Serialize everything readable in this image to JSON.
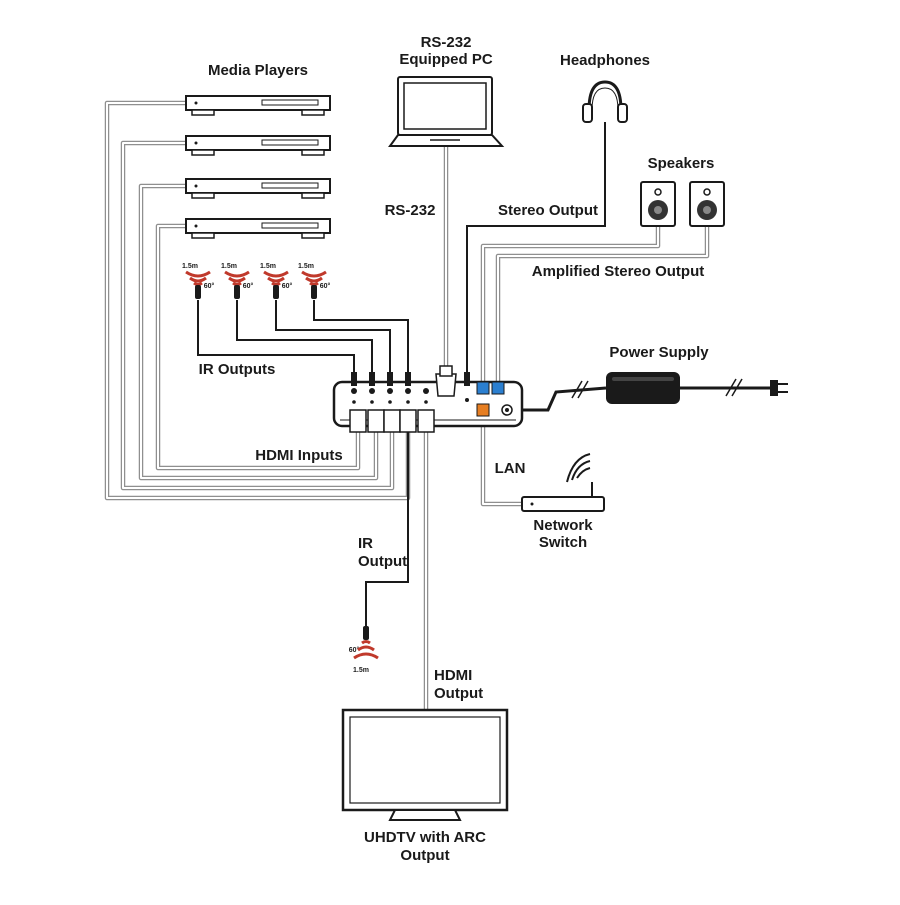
{
  "labels": {
    "media_players": "Media Players",
    "rs232_pc_line1": "RS-232",
    "rs232_pc_line2": "Equipped PC",
    "headphones": "Headphones",
    "speakers": "Speakers",
    "rs232": "RS-232",
    "stereo_output": "Stereo Output",
    "amplified_stereo_output": "Amplified Stereo Output",
    "power_supply": "Power Supply",
    "ir_outputs": "IR Outputs",
    "hdmi_inputs": "HDMI Inputs",
    "lan": "LAN",
    "network_switch_line1": "Network",
    "network_switch_line2": "Switch",
    "ir_output_line1": "IR",
    "ir_output_line2": "Output",
    "hdmi_output_line1": "HDMI",
    "hdmi_output_line2": "Output",
    "uhdtv_line1": "UHDTV with ARC",
    "uhdtv_line2": "Output"
  },
  "ir_emitter": {
    "distance": "1.5m",
    "angle": "60°"
  },
  "colors": {
    "line": "#1a1a1a",
    "cable": "#8f8f8f",
    "ir_arc": "#c0392b",
    "port_blue": "#2b7fd0",
    "port_orange": "#e67e22"
  }
}
